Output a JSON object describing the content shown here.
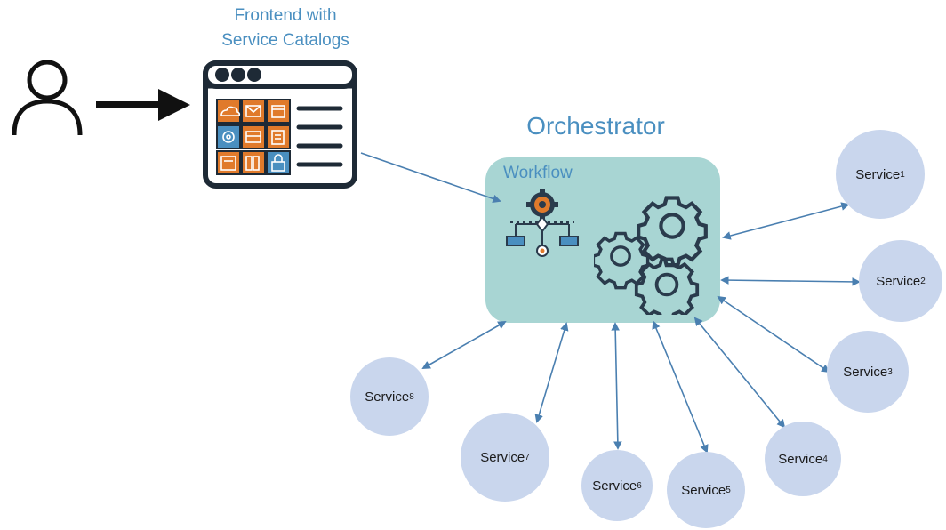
{
  "frontend": {
    "title_line1": "Frontend with",
    "title_line2": "Service Catalogs"
  },
  "orchestrator": {
    "title": "Orchestrator",
    "workflow_label": "Workflow"
  },
  "services": [
    {
      "name": "Service",
      "index": "1"
    },
    {
      "name": "Service",
      "index": "2"
    },
    {
      "name": "Service",
      "index": "3"
    },
    {
      "name": "Service",
      "index": "4"
    },
    {
      "name": "Service",
      "index": "5"
    },
    {
      "name": "Service",
      "index": "6"
    },
    {
      "name": "Service",
      "index": "7"
    },
    {
      "name": "Service",
      "index": "8"
    }
  ],
  "colors": {
    "accent_text": "#4a8fc0",
    "orchestrator_fill": "#a8d5d3",
    "service_fill": "#c9d6ed",
    "tile_orange": "#e07a2b",
    "tile_blue": "#4a8fc0",
    "arrow": "#4a7fb0"
  },
  "icons": [
    "user-icon",
    "browser-window-icon",
    "workflow-icon",
    "gears-icon"
  ]
}
